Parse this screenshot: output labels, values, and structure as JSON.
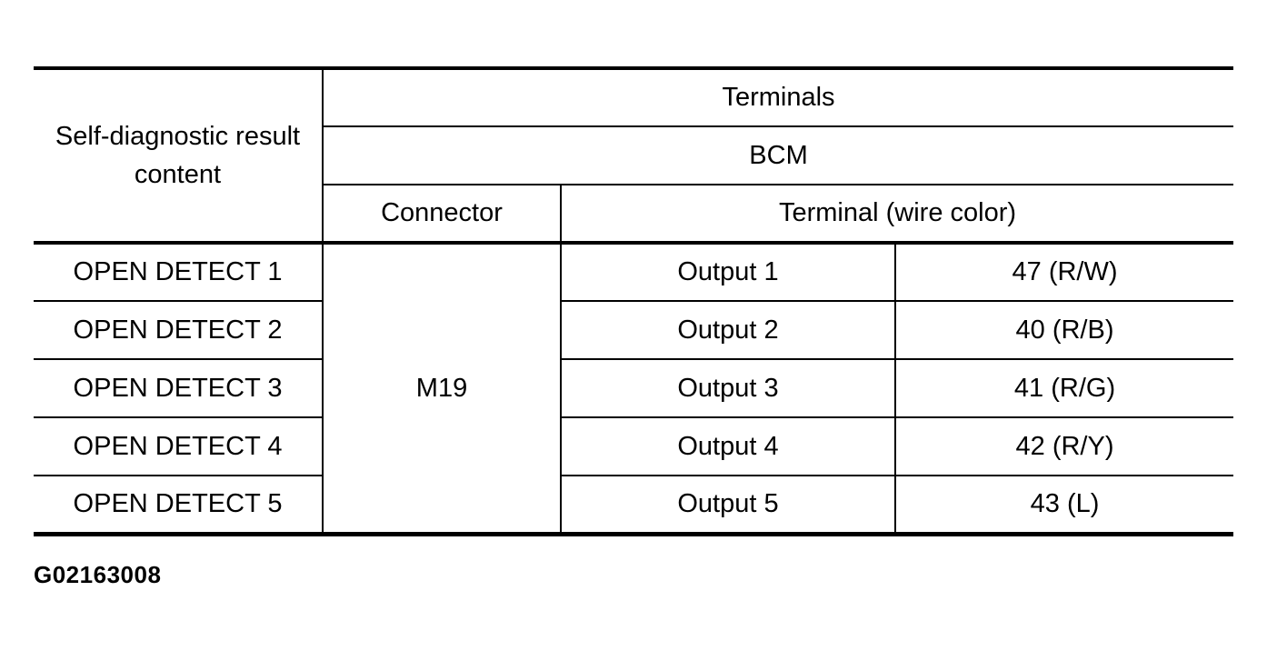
{
  "figure_id": "G02163008",
  "colors": {
    "background": "#ffffff",
    "line": "#000000",
    "text": "#000000"
  },
  "table": {
    "header": {
      "result_content": "Self-diagnostic result content",
      "terminals": "Terminals",
      "bcm": "BCM",
      "connector": "Connector",
      "terminal_wire_color": "Terminal (wire color)"
    },
    "connector_value": "M19",
    "rows": [
      {
        "content": "OPEN DETECT 1",
        "output": "Output 1",
        "terminal": "47 (R/W)"
      },
      {
        "content": "OPEN DETECT 2",
        "output": "Output 2",
        "terminal": "40 (R/B)"
      },
      {
        "content": "OPEN DETECT 3",
        "output": "Output 3",
        "terminal": "41 (R/G)"
      },
      {
        "content": "OPEN DETECT 4",
        "output": "Output 4",
        "terminal": "42 (R/Y)"
      },
      {
        "content": "OPEN DETECT 5",
        "output": "Output 5",
        "terminal": "43 (L)"
      }
    ]
  }
}
